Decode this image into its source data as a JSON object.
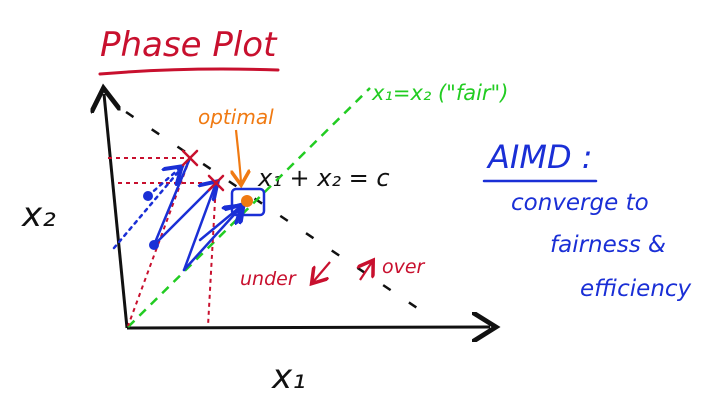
{
  "title": "Phase Plot",
  "axes": {
    "x_label": "x₁",
    "y_label": "x₂"
  },
  "annotations": {
    "fair_line": "x₁=x₂ (\"fair\")",
    "optimal": "optimal",
    "efficiency_line": "x₁ + x₂ = c",
    "under": "under",
    "over": "over"
  },
  "notes": {
    "heading": "AIMD :",
    "line1": "converge to",
    "line2": "fairness &",
    "line3": "efficiency"
  },
  "colors": {
    "ink": "#111111",
    "title": "#c8102e",
    "red": "#c8102e",
    "green": "#22cc22",
    "orange": "#f07a12",
    "blue": "#1a2fd6"
  }
}
